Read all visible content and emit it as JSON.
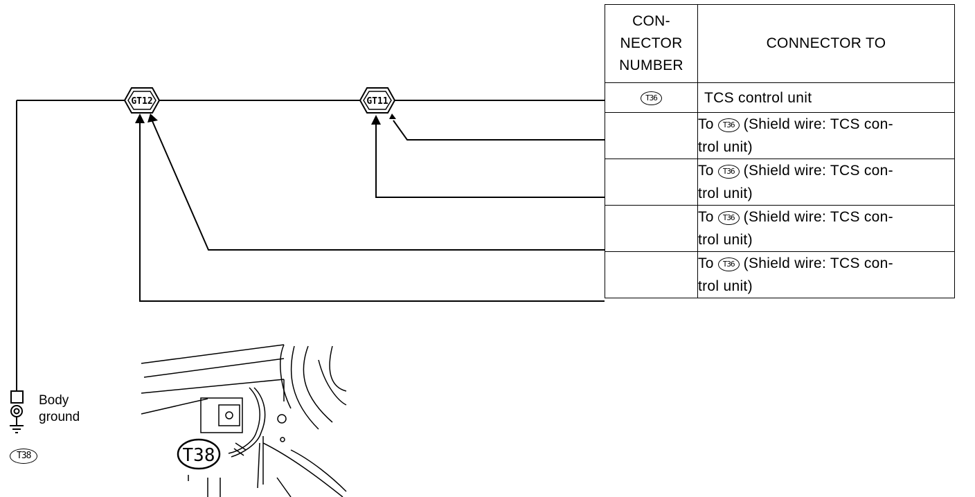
{
  "table": {
    "header_number": "CON-\nNECTOR\nNUMBER",
    "header_number_lines": [
      "CON-",
      "NECTOR",
      "NUMBER"
    ],
    "header_to": "CONNECTOR TO",
    "rows": [
      {
        "number": "T36",
        "line1": "TCS control unit",
        "line2": ""
      },
      {
        "number": "",
        "prefix": "To",
        "ref": "T36",
        "line1_rest": "(Shield wire: TCS con-",
        "line2": "trol unit)"
      },
      {
        "number": "",
        "prefix": "To",
        "ref": "T36",
        "line1_rest": "(Shield wire: TCS con-",
        "line2": "trol unit)"
      },
      {
        "number": "",
        "prefix": "To",
        "ref": "T36",
        "line1_rest": "(Shield wire: TCS con-",
        "line2": "trol unit)"
      },
      {
        "number": "",
        "prefix": "To",
        "ref": "T36",
        "line1_rest": "(Shield wire: TCS con-",
        "line2": "trol unit)"
      }
    ]
  },
  "junctions": {
    "left": "GT12",
    "right": "GT11"
  },
  "ground": {
    "label_line1": "Body",
    "label_line2": "ground",
    "connector": "T38"
  },
  "illustration": {
    "callout": "T38"
  }
}
